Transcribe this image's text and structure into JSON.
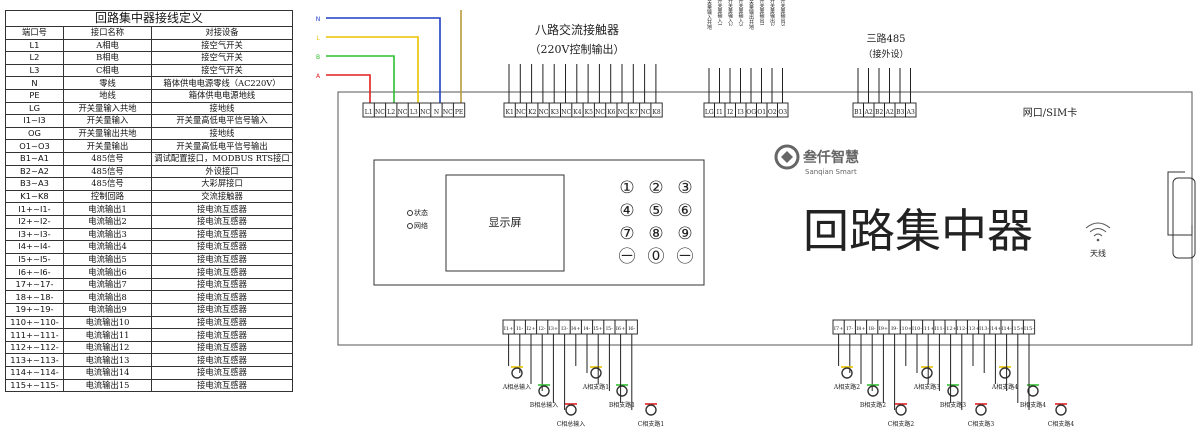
{
  "table": {
    "title": "回路集中器接线定义",
    "headers": [
      "端口号",
      "接口名称",
      "对接设备"
    ],
    "rows": [
      [
        "L1",
        "A相电",
        "接空气开关"
      ],
      [
        "L2",
        "B相电",
        "接空气开关"
      ],
      [
        "L3",
        "C相电",
        "接空气开关"
      ],
      [
        "N",
        "零线",
        "箱体供电电源零线（AC220V）"
      ],
      [
        "PE",
        "地线",
        "箱体供电电源地线"
      ],
      [
        "LG",
        "开关量输入共地",
        "接地线"
      ],
      [
        "I1~I3",
        "开关量输入",
        "开关量高低电平信号输入"
      ],
      [
        "OG",
        "开关量输出共地",
        "接地线"
      ],
      [
        "O1~O3",
        "开关量输出",
        "开关量高低电平信号输出"
      ],
      [
        "B1~A1",
        "485信号",
        "调试配置接口，MODBUS RTS接口"
      ],
      [
        "B2~A2",
        "485信号",
        "外设接口"
      ],
      [
        "B3~A3",
        "485信号",
        "大彩屏接口"
      ],
      [
        "K1~K8",
        "控制回路",
        "交流接触器"
      ],
      [
        "I1+~I1-",
        "电流输出1",
        "接电流互感器"
      ],
      [
        "I2+~I2-",
        "电流输出2",
        "接电流互感器"
      ],
      [
        "I3+~I3-",
        "电流输出3",
        "接电流互感器"
      ],
      [
        "I4+~I4-",
        "电流输出4",
        "接电流互感器"
      ],
      [
        "I5+~I5-",
        "电流输出5",
        "接电流互感器"
      ],
      [
        "I6+~I6-",
        "电流输出6",
        "接电流互感器"
      ],
      [
        "17+~17-",
        "电流输出7",
        "接电流互感器"
      ],
      [
        "18+~18-",
        "电流输出8",
        "接电流互感器"
      ],
      [
        "19+~19-",
        "电流输出9",
        "接电流互感器"
      ],
      [
        "110+~110-",
        "电流输出10",
        "接电流互感器"
      ],
      [
        "111+~111-",
        "电流输出11",
        "接电流互感器"
      ],
      [
        "112+~112-",
        "电流输出12",
        "接电流互感器"
      ],
      [
        "113+~113-",
        "电流输出13",
        "接电流互感器"
      ],
      [
        "114+~114-",
        "电流输出14",
        "接电流互感器"
      ],
      [
        "115+~115-",
        "电流输出15",
        "接电流互感器"
      ]
    ]
  },
  "wires": [
    {
      "label": "N",
      "color": "#1f3fc4"
    },
    {
      "label": "L",
      "color": "#e8c400"
    },
    {
      "label": "B",
      "color": "#2fbf2f"
    },
    {
      "label": "A",
      "color": "#e02020"
    }
  ],
  "power_terminals": [
    "L1",
    "NC",
    "L2",
    "NC",
    "L3",
    "NC",
    "N",
    "NC",
    "PE"
  ],
  "contactor": {
    "title": "八路交流接触器",
    "subtitle": "（220V控制输出）",
    "terminals": [
      "K1",
      "NC",
      "K2",
      "NC",
      "K3",
      "NC",
      "K4",
      "K5",
      "NC",
      "K6",
      "NC",
      "K7",
      "NC",
      "K8"
    ]
  },
  "switch_labels": [
    "开关量输入共地",
    "开关量输入1",
    "开关量输入2",
    "开关量输入3",
    "开关量输出共地",
    "开关量输出1",
    "开关量输出2",
    "开关量输出3"
  ],
  "switch_terminals": [
    "LG",
    "I1",
    "I2",
    "I3",
    "OG",
    "O1",
    "O2",
    "O3"
  ],
  "rs485": {
    "title": "三路485",
    "subtitle": "（接外设）",
    "terminals": [
      "B1",
      "A2",
      "B2",
      "A2",
      "B3",
      "A3"
    ]
  },
  "network_label": "网口/SIM卡",
  "brand": {
    "name": "叁仟智慧",
    "sub": "Sanqian Smart"
  },
  "device_name": "回路集中器",
  "antenna_label": "天线",
  "indicators": [
    "状态",
    "网络"
  ],
  "screen_label": "显示屏",
  "keypad": [
    "①",
    "②",
    "③",
    "④",
    "⑤",
    "⑥",
    "⑦",
    "⑧",
    "⑨",
    "㊀",
    "⓪",
    "㊀"
  ],
  "current_left": [
    "I1+",
    "I1-",
    "I2+",
    "I2-",
    "I3+",
    "I3-",
    "I4+",
    "I4-",
    "I5+",
    "I5-",
    "I6+",
    "I6-"
  ],
  "current_right": [
    "I7+",
    "I7-",
    "I8+",
    "I8-",
    "I9+",
    "I9-",
    "I10+",
    "I10-",
    "I11+",
    "I11-",
    "I12+",
    "I12-",
    "I13+",
    "I13-",
    "I14+",
    "I14-",
    "I15+",
    "I15-"
  ],
  "ct_labels_left": [
    "A相总输入",
    "B相总输入",
    "C相总输入",
    "A相支路1",
    "B相支路1",
    "C相支路1"
  ],
  "ct_labels_right": [
    "A相支路2",
    "B相支路2",
    "C相支路2",
    "A相支路3",
    "B相支路3",
    "C相支路3",
    "A相支路4",
    "B相支路4",
    "C相支路4"
  ],
  "ct_colors": {
    "A": "#e8c400",
    "B": "#2fbf2f",
    "C": "#e02020"
  }
}
